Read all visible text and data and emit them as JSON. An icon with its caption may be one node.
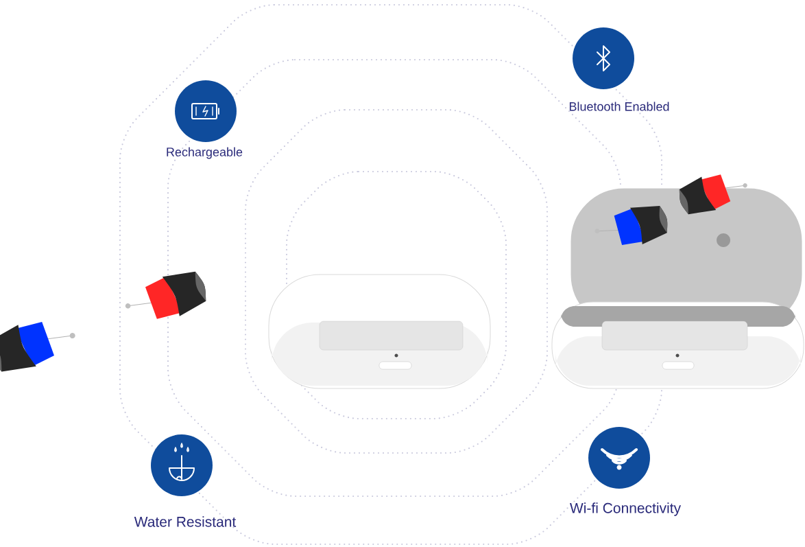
{
  "diagram": {
    "nodes": [
      {
        "text": [
          "Bluetooth Enabled"
        ]
      },
      {
        "text": [
          "Rechargeable"
        ]
      },
      {
        "text": [
          "Wi-fi Connectivity"
        ]
      },
      {
        "text": [
          "Water Resistant"
        ]
      }
    ]
  }
}
